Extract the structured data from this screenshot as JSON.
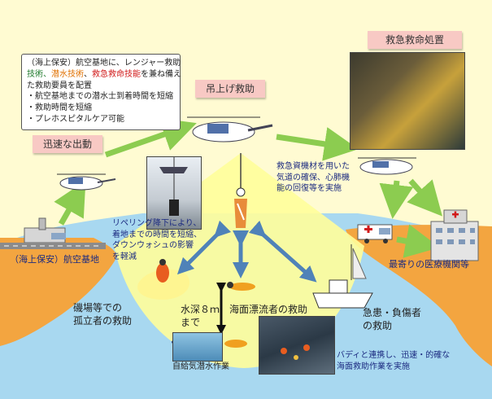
{
  "boxes": {
    "rapid_dispatch": "迅速な出動",
    "hoist_rescue": "吊上げ救助",
    "emergency_treatment": "救急救命処置"
  },
  "scroll_note": {
    "line1": "（海上保安）航空基地に、レンジャー救助",
    "line2_a": "技術、",
    "line2_b": "潜水技術",
    "line2_c": "、",
    "line2_d": "救急救命技能",
    "line2_e": "を兼ね備え",
    "line3": "た救助要員を配置",
    "bullets": [
      "・航空基地までの潜水士到着時間を短縮",
      "・救助時間を短縮",
      "・プレホスピタルケア可能"
    ]
  },
  "labels": {
    "air_base": "（海上保安）航空基地",
    "airway": [
      "救急資機材を用いた",
      "気道の確保、心肺機",
      "能の回復等を実施"
    ],
    "rappel": [
      "リペリング降下により、",
      "着地までの時間を短縮、",
      "ダウンウォシュの影響",
      "を軽減"
    ],
    "isolated": [
      "磯場等での",
      "孤立者の救助"
    ],
    "depth": [
      "水深８ｍ",
      "まで"
    ],
    "drifting": "海面漂流者の救助",
    "injured": [
      "急患・負傷者",
      "の救助"
    ],
    "scuba": "自給気潜水作業",
    "buddy": [
      "バディと連携し、迅速・的確な",
      "海面救助作業を実施"
    ],
    "hospital": "最寄りの医療機関等"
  },
  "colors": {
    "page_bg": "#fffbd2",
    "sea": "#a8d8f0",
    "land": "#f3a540",
    "beam": "#fffe9a",
    "green_arrow": "#8ccc50",
    "blue_arrow": "#4f82b8",
    "pink_box": "#f8c9c4"
  }
}
